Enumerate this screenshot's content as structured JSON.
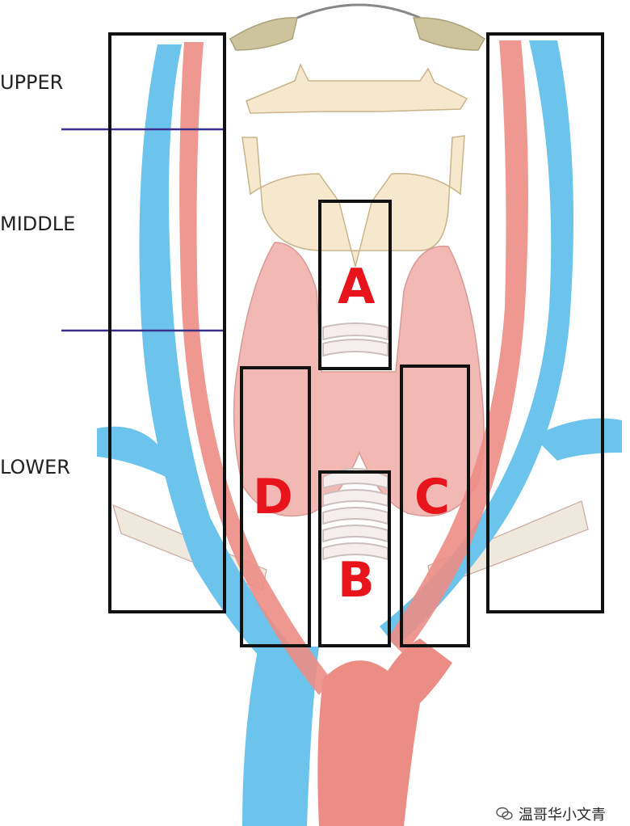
{
  "labels": {
    "upper": "UPPER",
    "middle": "MIDDLE",
    "lower": "LOWER"
  },
  "zones": {
    "a": "A",
    "b": "B",
    "c": "C",
    "d": "D"
  },
  "watermark": {
    "text": "温哥华小文青"
  },
  "colors": {
    "vein": "#6cc4ec",
    "artery": "#ec8d85",
    "thyroid": "#f2b8b3",
    "cartilage": "#f5e5c8",
    "bone": "#cfc6a0",
    "box": "#111111",
    "letter": "#e8141b",
    "divider": "#3a2f8a"
  }
}
